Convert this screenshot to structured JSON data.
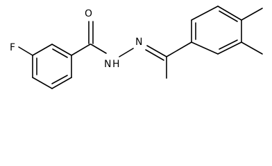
{
  "molecule": {
    "atoms": {
      "oxygen": "O",
      "fluorine": "F",
      "nitrogen_amide": "N",
      "hydrogen_amide": "H",
      "nitrogen_imine": "N"
    }
  }
}
